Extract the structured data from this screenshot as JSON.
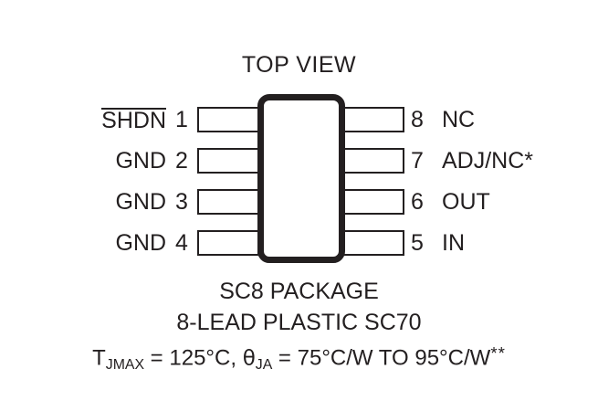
{
  "diagram": {
    "title": "TOP VIEW",
    "package_body": {
      "shape": "rounded-rectangle",
      "outline_color": "#231f20",
      "fill_color": "#ffffff"
    },
    "pins_left": [
      {
        "number": "1",
        "name": "SHDN",
        "overline": true
      },
      {
        "number": "2",
        "name": "GND",
        "overline": false
      },
      {
        "number": "3",
        "name": "GND",
        "overline": false
      },
      {
        "number": "4",
        "name": "GND",
        "overline": false
      }
    ],
    "pins_right": [
      {
        "number": "8",
        "name": "NC"
      },
      {
        "number": "7",
        "name": "ADJ/NC*"
      },
      {
        "number": "6",
        "name": "OUT"
      },
      {
        "number": "5",
        "name": "IN"
      }
    ],
    "caption": {
      "line1": "SC8 PACKAGE",
      "line2": "8-LEAD PLASTIC SC70",
      "thermal": {
        "tj_symbol": "T",
        "tj_subscript": "JMAX",
        "tj_value": " = 125°C, ",
        "theta_symbol": "θ",
        "theta_subscript": "JA",
        "theta_value": " = 75°C/W TO 95°C/W",
        "footnote_marker": "**"
      }
    }
  }
}
